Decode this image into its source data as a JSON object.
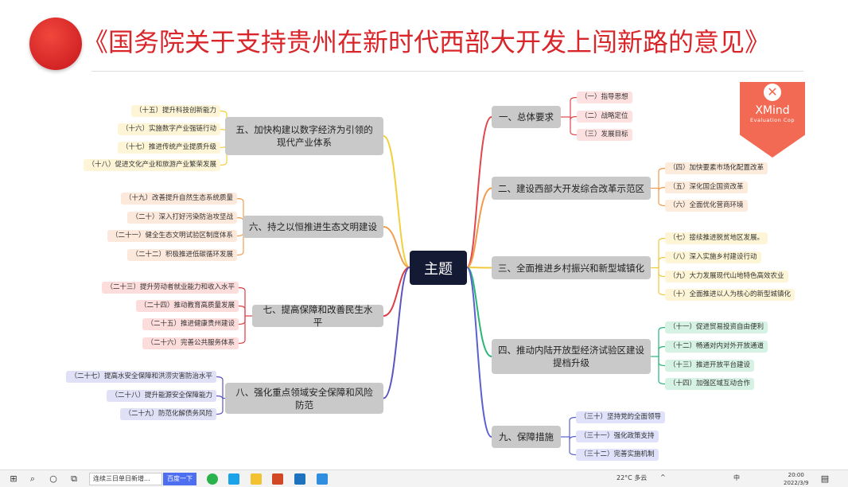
{
  "title": "《国务院关于支持贵州在新时代西部大开发上闯新路的意见》",
  "center": "主题",
  "watermark": {
    "brand": "XMind",
    "note": "Evaluation Cop"
  },
  "topics": [
    {
      "label": "一、总体要求",
      "children": [
        "（一）指导思想",
        "（二）战略定位",
        "（三）发展目标"
      ]
    },
    {
      "label": "二、建设西部大开发综合改革示范区",
      "children": [
        "（四）加快要素市场化配置改革",
        "（五）深化国企国资改革",
        "（六）全面优化营商环境"
      ]
    },
    {
      "label": "三、全面推进乡村振兴和新型城镇化",
      "children": [
        "（七）接续推进脱贫地区发展。",
        "（八）深入实施乡村建设行动",
        "（九）大力发展现代山地特色高效农业",
        "（十）全面推进以人为核心的新型城镇化"
      ]
    },
    {
      "label": "四、推动内陆开放型经济试验区建设提档升级",
      "children": [
        "（十一）促进贸易投资自由便利",
        "（十二）畅通对内对外开放通道",
        "（十三）推进开放平台建设",
        "（十四）加强区域互动合作"
      ]
    },
    {
      "label": "五、加快构建以数字经济为引领的现代产业体系",
      "children": [
        "（十五）提升科技创新能力",
        "（十六）实施数字产业强链行动",
        "（十七）推进传统产业提质升级",
        "（十八）促进文化产业和旅游产业繁荣发展"
      ]
    },
    {
      "label": "六、持之以恒推进生态文明建设",
      "children": [
        "（十九）改善提升自然生态系统质量",
        "（二十）深入打好污染防治攻坚战",
        "（二十一）健全生态文明试验区制度体系",
        "（二十二）积极推进低碳循环发展"
      ]
    },
    {
      "label": "七、提高保障和改善民生水平",
      "children": [
        "（二十三）提升劳动者就业能力和收入水平",
        "（二十四）推动教育高质量发展",
        "（二十五）推进健康贵州建设",
        "（二十六）完善公共服务体系"
      ]
    },
    {
      "label": "八、强化重点领域安全保障和风险防范",
      "children": [
        "（二十七）提高水安全保障和洪涝灾害防治水平",
        "（二十八）提升能源安全保障能力",
        "（二十九）防范化解债务风险"
      ]
    },
    {
      "label": "九、保障措施",
      "children": [
        "（三十）坚持党的全面领导",
        "（三十一）强化政策支持",
        "（三十二）完善实施机制"
      ]
    }
  ],
  "colors": {
    "branches": [
      "#e0474c",
      "#f29a4a",
      "#f0c93a",
      "#2bb57a",
      "#f2cf3c",
      "#f0a050",
      "#dc3e46",
      "#5a55c0",
      "#5a60d0"
    ],
    "fills": [
      "#fde0e0",
      "#fdebdc",
      "#fdf5d6",
      "#d6f2e4",
      "#fdf5d6",
      "#fde8dc",
      "#fddcdc",
      "#e0e0f7",
      "#dfe2fa"
    ]
  },
  "taskbar": {
    "search_text": "连续三日单日新增...",
    "search_button": "百度一下",
    "weather": "22°C 多云",
    "ime": "中",
    "time": "20:00",
    "date": "2022/3/9"
  }
}
